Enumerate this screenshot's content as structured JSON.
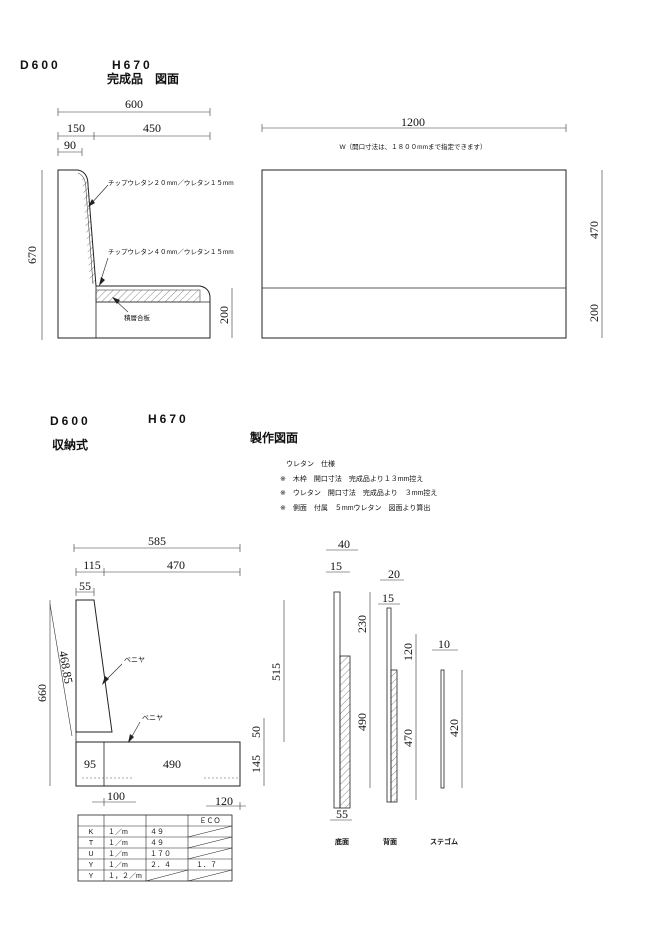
{
  "top": {
    "depth": "D600",
    "height": "H670",
    "title": "完成品　図面",
    "dims": {
      "d600": "600",
      "d150": "150",
      "d450": "450",
      "d90": "90",
      "d670": "670",
      "d200": "200",
      "w1200": "1200",
      "h470": "470",
      "h200": "200"
    },
    "note_w": "W（開口寸法は、１８００mmまで指定できます）",
    "label_back": "チップウレタン２０mm／ウレタン１５mm",
    "label_seat": "チップウレタン４０mm／ウレタン１５mm",
    "label_ply": "積層合板"
  },
  "bottom": {
    "depth": "D600",
    "height": "H670",
    "subtitle": "収納式",
    "title": "製作図面",
    "spec_title": "ウレタン　仕様",
    "spec_lines": [
      "※　木枠　開口寸法　完成品より１３mm控え",
      "※　ウレタン　開口寸法　完成品より　３mm控え",
      "※　側面　付属　５mmウレタン　図面より算出"
    ],
    "dims": {
      "d585": "585",
      "d115": "115",
      "d470": "470",
      "d55": "55",
      "d660": "660",
      "d46885": "468.85",
      "d515": "515",
      "d50": "50",
      "d145": "145",
      "d95": "95",
      "d490": "490",
      "d100": "100",
      "d120": "120"
    },
    "veneer1": "ベニヤ",
    "veneer2": "ベニヤ",
    "parts": {
      "p40": "40",
      "p15a": "15",
      "p230": "230",
      "p490": "490",
      "p55": "55",
      "p20": "20",
      "p15b": "15",
      "p120": "120",
      "p470": "470",
      "p10": "10",
      "p420": "420"
    },
    "part_labels": [
      "底面",
      "背面",
      "ステゴム"
    ]
  },
  "table": {
    "header_eco": "ＥＣＯ",
    "rows": [
      [
        "K",
        "１／m",
        "４９",
        ""
      ],
      [
        "T",
        "１／m",
        "４９",
        ""
      ],
      [
        "U",
        "１／m",
        "１７０",
        ""
      ],
      [
        "Y",
        "１／m",
        "２．４",
        "１．７"
      ],
      [
        "Y",
        "１，２／m",
        "",
        ""
      ]
    ]
  }
}
